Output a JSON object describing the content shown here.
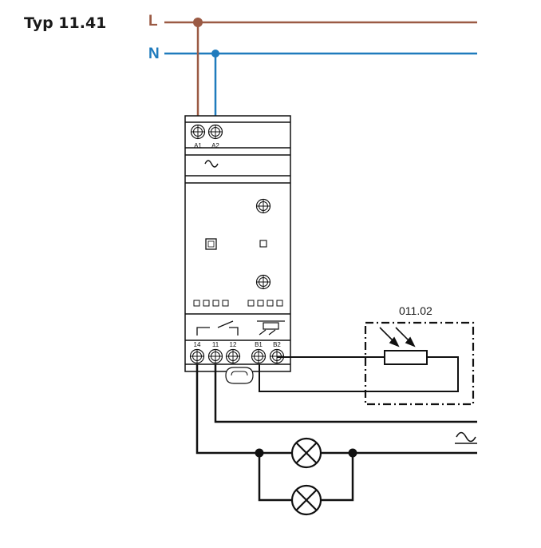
{
  "title": "Typ 11.41",
  "lines": {
    "L": {
      "label": "L",
      "color": "#9b5a44"
    },
    "N": {
      "label": "N",
      "color": "#1f7bbd"
    }
  },
  "device": {
    "supply_terminals": [
      "A1",
      "A2"
    ],
    "output_terminals": [
      "14",
      "11",
      "12",
      "B1",
      "B2"
    ],
    "supply_symbol": "ac-tilde-icon"
  },
  "sensor": {
    "label": "011.02"
  },
  "load": {
    "symbol": "ac-tilde-icon",
    "lamp_count": 2
  },
  "colors": {
    "wire": "#111111"
  }
}
